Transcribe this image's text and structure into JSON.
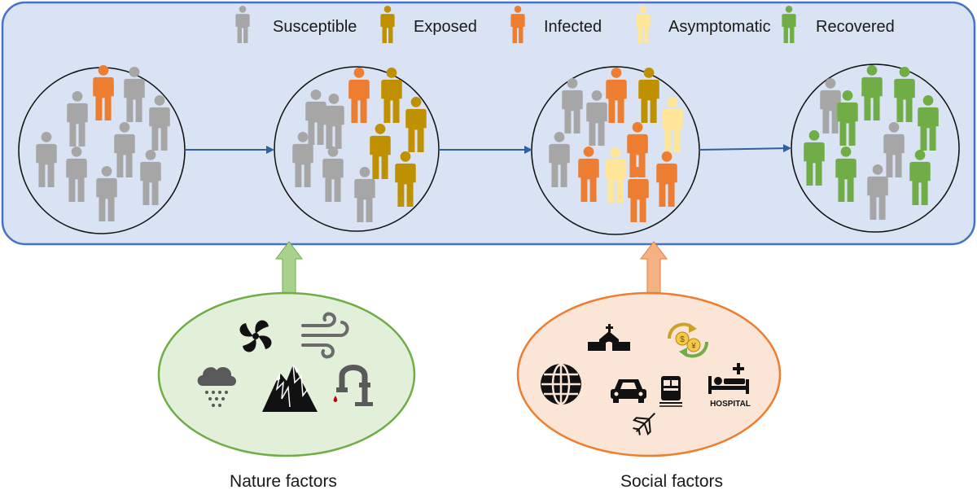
{
  "legend": {
    "susceptible": "Susceptible",
    "exposed": "Exposed",
    "infected": "Infected",
    "asymptomatic": "Asymptomatic",
    "recovered": "Recovered"
  },
  "colors": {
    "susceptible": "#a6a6a6",
    "exposed": "#bf9000",
    "infected": "#ed7d31",
    "asymptomatic": "#ffe699",
    "recovered": "#70ad47",
    "panel_fill": "#dae3f3",
    "panel_border": "#4472c4",
    "arrow": "#2e5f9e",
    "nature_fill": "#e2efd9",
    "nature_border": "#70ad47",
    "social_fill": "#fbe5d6",
    "social_border": "#ed7d31"
  },
  "nature": {
    "label": "Nature factors",
    "icons": [
      "fan-icon",
      "wind-icon",
      "rain-cloud-icon",
      "mountain-icon",
      "faucet-drop-icon"
    ]
  },
  "social": {
    "label": "Social factors",
    "icons": [
      "church-icon",
      "currency-exchange-icon",
      "globe-icon",
      "car-icon",
      "train-icon",
      "hospital-bed-icon",
      "airplane-icon"
    ],
    "hospital_text": "HOSPITAL"
  }
}
